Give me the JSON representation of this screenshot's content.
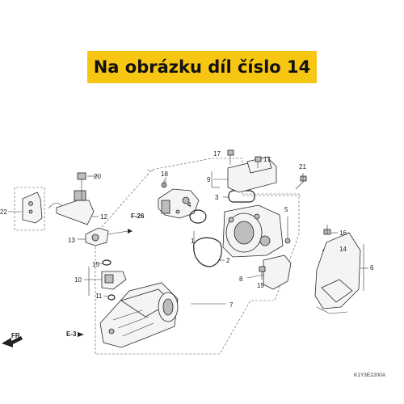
{
  "banner": {
    "text": "Na obrázku díl číslo 14",
    "color": "#f7c613"
  },
  "callouts": {
    "c1": "1",
    "c2": "2",
    "c3": "3",
    "c4": "4",
    "c5": "5",
    "c6": "6",
    "c7": "7",
    "c8": "8",
    "c9": "9",
    "c10": "10",
    "c11": "11",
    "c12": "12",
    "c13": "13",
    "c14": "14",
    "c15": "15",
    "c16": "16",
    "c17a": "17",
    "c17b": "17",
    "c18": "18",
    "c19": "19",
    "c20": "20",
    "c21": "21",
    "c22": "22"
  },
  "references": {
    "f26": "F-26",
    "e3": "E-3",
    "front": "FR."
  },
  "diagram_code": "K1Y3E2200A"
}
